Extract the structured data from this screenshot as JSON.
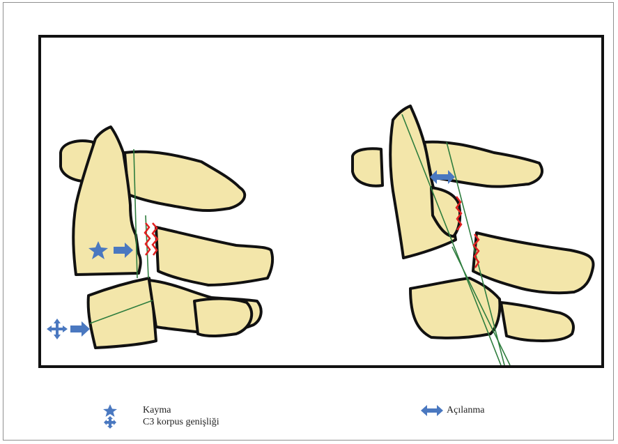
{
  "legend": {
    "items": [
      {
        "icon": "star-icon",
        "label": "Kayma"
      },
      {
        "icon": "four-way-arrow-icon",
        "label": "C3 korpus genişliği"
      },
      {
        "icon": "double-arrow-icon",
        "label": "Açılanma"
      }
    ]
  },
  "colors": {
    "bone_fill": "#f3e6aa",
    "outline": "#111111",
    "marker_blue": "#4a78c0",
    "measure_line": "#2e7d3e",
    "fracture_red": "#e02020"
  }
}
